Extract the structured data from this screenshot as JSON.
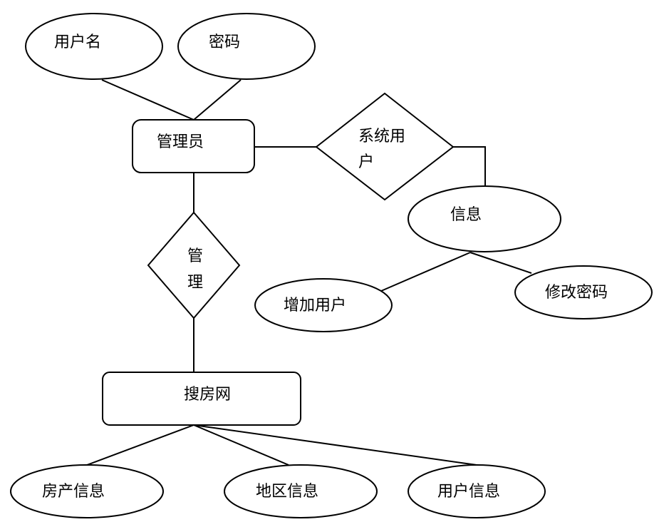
{
  "diagram": {
    "entities": {
      "admin": "管理员",
      "site": "搜房网"
    },
    "relationships": {
      "system_user_line1": "系统用",
      "system_user_line2": "户",
      "manage_line1": "管",
      "manage_line2": "理"
    },
    "attributes": {
      "username": "用户名",
      "password": "密码",
      "info": "信息",
      "add_user": "增加用户",
      "change_password": "修改密码",
      "property_info": "房产信息",
      "region_info": "地区信息",
      "user_info": "用户信息"
    }
  }
}
